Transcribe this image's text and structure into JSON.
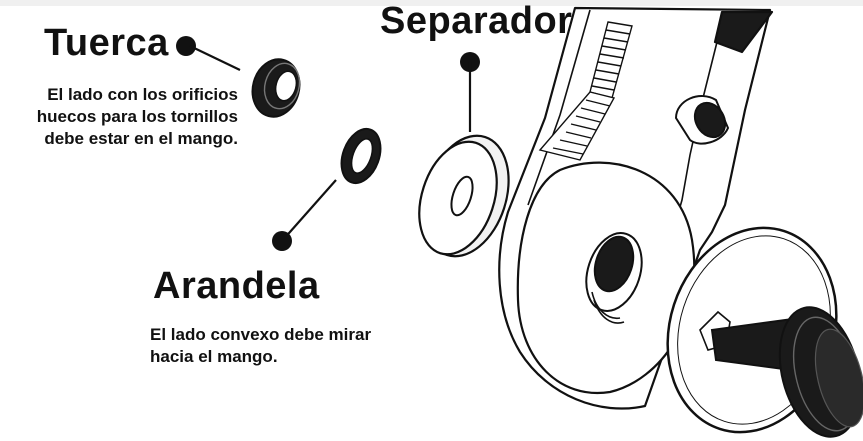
{
  "labels": {
    "tuerca": "Tuerca",
    "separador": "Separador",
    "arandela": "Arandela"
  },
  "notes": {
    "tuerca": [
      "El lado con los orificios",
      "huecos para los tornillos",
      "debe estar en el mango."
    ],
    "arandela": [
      "El lado convexo debe mirar",
      "hacia el mango."
    ]
  },
  "colors": {
    "ink": "#111111",
    "background": "#ffffff",
    "part_fill": "#ffffff",
    "dark_part": "#1a1a1a"
  }
}
